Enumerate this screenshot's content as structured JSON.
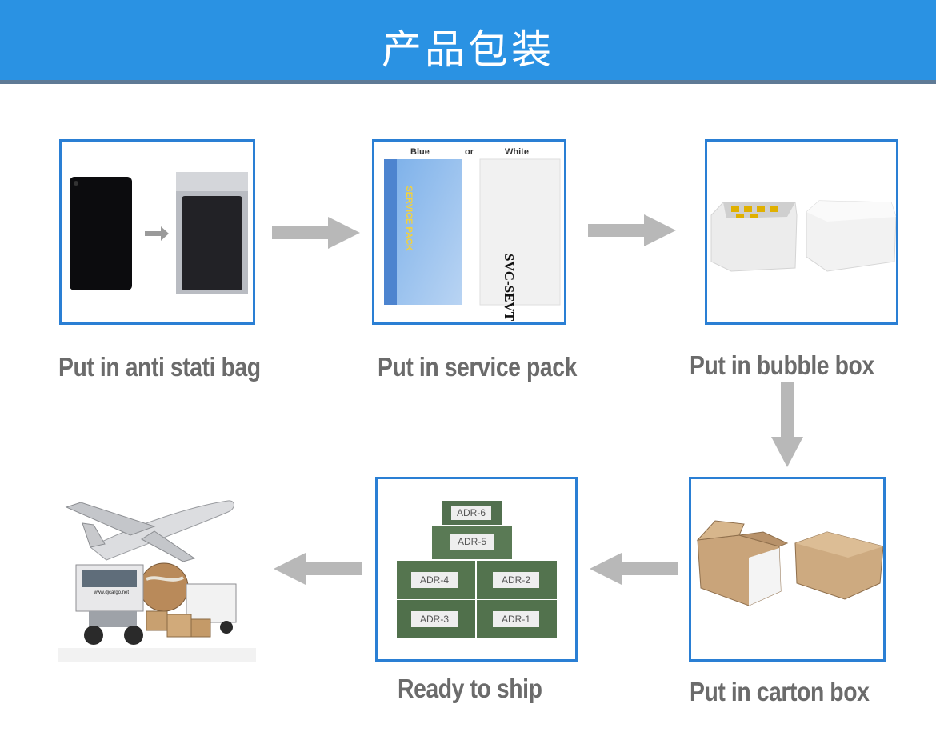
{
  "header": {
    "title": "产品包装"
  },
  "steps": {
    "step1": {
      "caption": "Put in anti stati bag"
    },
    "step2": {
      "caption": "Put in service pack",
      "label_blue": "Blue",
      "label_or": "or",
      "label_white": "White",
      "blue_pack_text": "SERVICE PACK",
      "white_pack_text": "SVC-SEVT"
    },
    "step3": {
      "caption": "Put in bubble box"
    },
    "step4": {
      "caption": "Put in carton box"
    },
    "step5": {
      "caption": "Ready to ship",
      "box_labels": [
        "ADR-6",
        "ADR-5",
        "ADR-4",
        "ADR-2",
        "ADR-3",
        "ADR-1"
      ]
    },
    "step6": {
      "truck_text": "www.djcargo.net"
    }
  },
  "colors": {
    "header": "#2a92e3",
    "frame": "#2a7fd4",
    "arrow": "#b8b8b8",
    "caption": "#6b6b6b"
  }
}
